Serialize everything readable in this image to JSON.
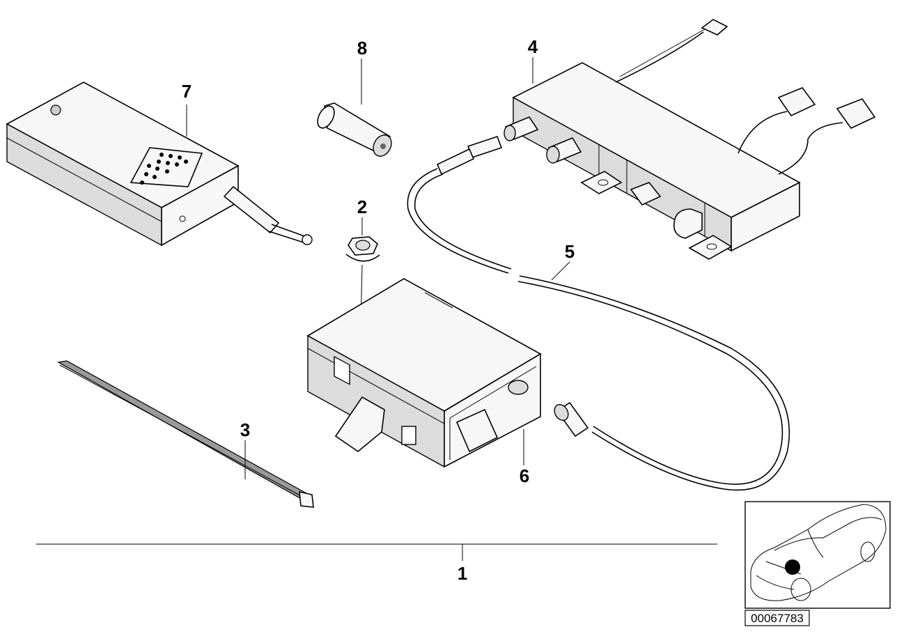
{
  "diagram": {
    "callouts": [
      {
        "id": "c1",
        "label": "1"
      },
      {
        "id": "c2",
        "label": "2"
      },
      {
        "id": "c3",
        "label": "3"
      },
      {
        "id": "c4",
        "label": "4"
      },
      {
        "id": "c5",
        "label": "5"
      },
      {
        "id": "c6",
        "label": "6"
      },
      {
        "id": "c7",
        "label": "7"
      },
      {
        "id": "c8",
        "label": "8"
      }
    ],
    "reference_number": "00067783",
    "icons": [
      "remote-control-icon",
      "battery-icon",
      "flange-nut-icon",
      "cable-tie-icon",
      "antenna-module-icon",
      "antenna-cable-icon",
      "control-unit-icon",
      "car-location-icon"
    ]
  }
}
